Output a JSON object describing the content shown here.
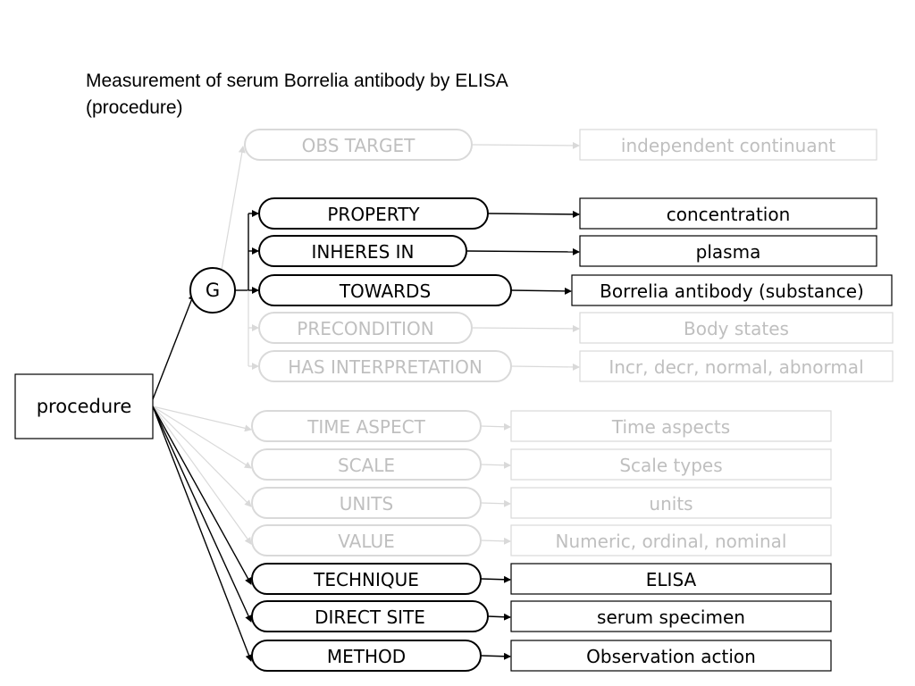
{
  "title": {
    "line1": "Measurement of serum Borrelia antibody by ELISA",
    "line2": "(procedure)"
  },
  "colors": {
    "active": "#000000",
    "inactive": "#d9d9d9",
    "inactive_text": "#bfbfbf"
  },
  "nodes": {
    "root": "procedure",
    "group": "G"
  },
  "attributes": [
    {
      "key": "obs_target",
      "label": "OBS TARGET",
      "value": "independent continuant",
      "active": false
    },
    {
      "key": "property",
      "label": "PROPERTY",
      "value": "concentration",
      "active": true
    },
    {
      "key": "inheres_in",
      "label": "INHERES IN",
      "value": "plasma",
      "active": true
    },
    {
      "key": "towards",
      "label": "TOWARDS",
      "value": "Borrelia antibody (substance)",
      "active": true
    },
    {
      "key": "precondition",
      "label": "PRECONDITION",
      "value": "Body states",
      "active": false
    },
    {
      "key": "has_interpretation",
      "label": "HAS INTERPRETATION",
      "value": "Incr, decr, normal, abnormal",
      "active": false
    },
    {
      "key": "time_aspect",
      "label": "TIME ASPECT",
      "value": "Time aspects",
      "active": false
    },
    {
      "key": "scale",
      "label": "SCALE",
      "value": "Scale types",
      "active": false
    },
    {
      "key": "units",
      "label": "UNITS",
      "value": "units",
      "active": false
    },
    {
      "key": "value",
      "label": "VALUE",
      "value": "Numeric, ordinal, nominal",
      "active": false
    },
    {
      "key": "technique",
      "label": "TECHNIQUE",
      "value": "ELISA",
      "active": true
    },
    {
      "key": "direct_site",
      "label": "DIRECT SITE",
      "value": "serum specimen",
      "active": true
    },
    {
      "key": "method",
      "label": "METHOD",
      "value": "Observation action",
      "active": true
    }
  ]
}
